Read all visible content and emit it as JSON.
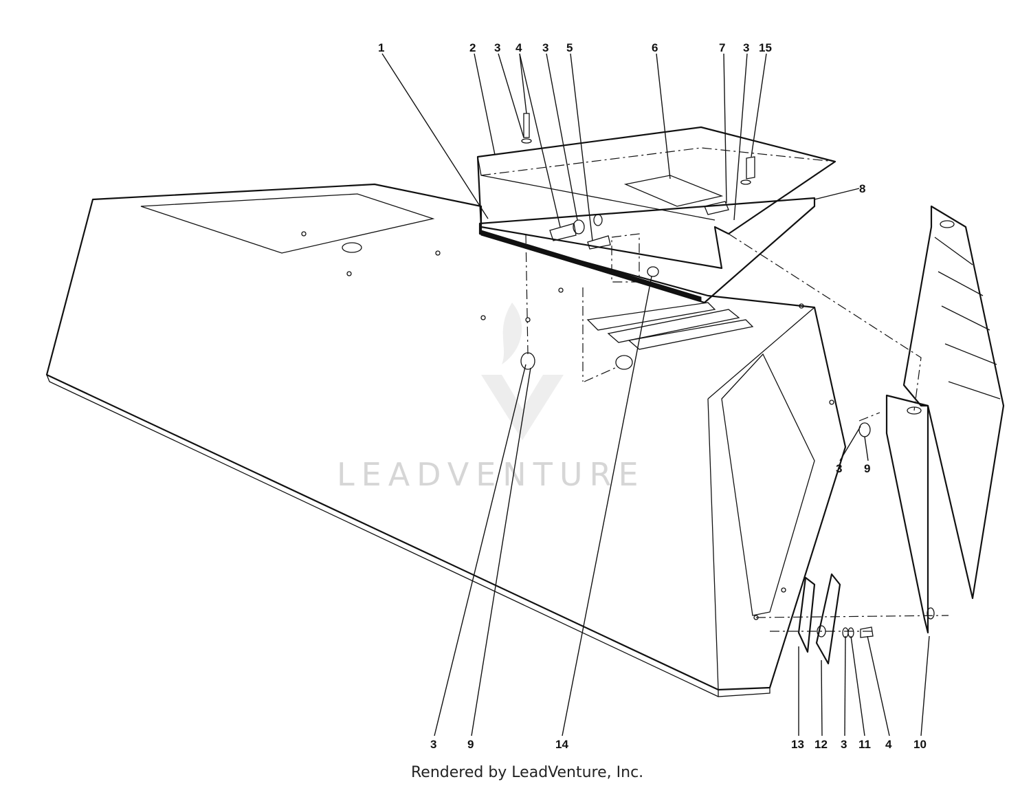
{
  "diagram": {
    "callouts": {
      "top": [
        "1",
        "2",
        "3",
        "4",
        "3",
        "5",
        "6",
        "7",
        "3",
        "15"
      ],
      "right": "8",
      "mid_right": [
        "3",
        "9"
      ],
      "bottom": [
        "3",
        "9",
        "14",
        "13",
        "12",
        "3",
        "11",
        "4",
        "10"
      ]
    },
    "watermark": "LEADVENTURE",
    "footer": "Rendered by LeadVenture, Inc."
  }
}
